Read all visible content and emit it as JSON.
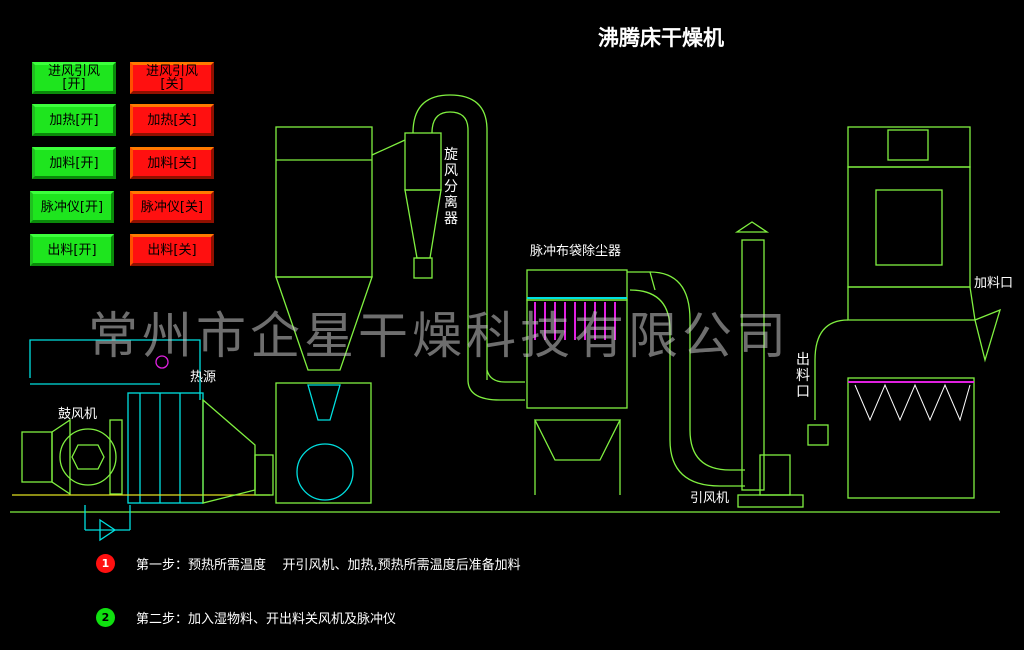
{
  "title": "沸腾床干燥机",
  "buttons": [
    {
      "on": "进风引风 [开]",
      "off": "进风引风 [关]"
    },
    {
      "on": "加热[开]",
      "off": "加热[关]"
    },
    {
      "on": "加料[开]",
      "off": "加料[关]"
    },
    {
      "on": "脉冲仪[开]",
      "off": "脉冲仪[关]"
    },
    {
      "on": "出料[开]",
      "off": "出料[关]"
    }
  ],
  "labels": {
    "cyclone": "旋风分离器",
    "bag_filter": "脉冲布袋除尘器",
    "feed_port": "加料口",
    "discharge_port": "出料口",
    "heat_source": "热源",
    "blower": "鼓风机",
    "induced_fan": "引风机"
  },
  "watermark": "常州市企星干燥科技有限公司",
  "steps": [
    {
      "number": "1",
      "text": "第一步：预热所需温度    开引风机、加热,预热所需温度后准备加料",
      "color": "#ff1010"
    },
    {
      "number": "2",
      "text": "第二步：加入湿物料、开出料关风机及脉冲仪",
      "color": "#10e010"
    }
  ],
  "colors": {
    "line": "#80f040",
    "pipe": "#00e0e0",
    "bags": "#e020e0"
  }
}
